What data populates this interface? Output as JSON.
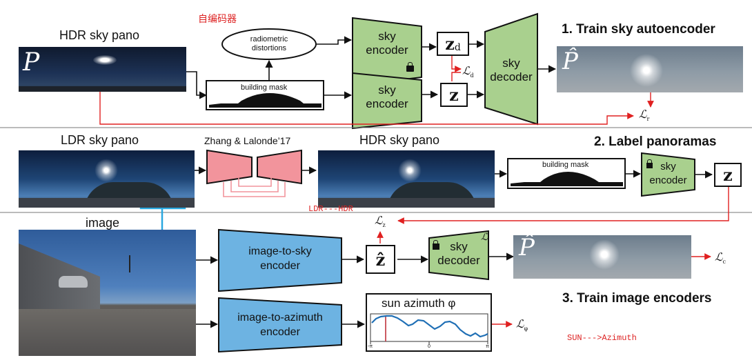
{
  "header_note": "自编码器",
  "section1": {
    "title": "1. Train sky autoencoder",
    "input_label": "HDR sky pano",
    "input_symbol": "P",
    "distortions_line1": "radiometric",
    "distortions_line2": "distortions",
    "building_mask": "building mask",
    "sky_encoder_line1": "sky",
    "sky_encoder_line2": "encoder",
    "sky_decoder_line1": "sky",
    "sky_decoder_line2": "decoder",
    "latent_d": "z",
    "latent_d_sub": "d",
    "latent": "z",
    "output_symbol": "P̂",
    "loss_d_symbol": "ℒ",
    "loss_d_sub": "d",
    "loss_r_symbol": "ℒ",
    "loss_r_sub": "r"
  },
  "section2": {
    "title": "2. Label panoramas",
    "ldr_label": "LDR sky pano",
    "method_label": "Zhang & Lalonde’17",
    "hdr_label": "HDR sky pano",
    "building_mask": "building mask",
    "sky_encoder_line1": "sky",
    "sky_encoder_line2": "encoder",
    "latent": "z",
    "note": "LDR---HDR"
  },
  "section3": {
    "title": "3. Train image encoders",
    "image_label": "image",
    "img2sky_line1": "image-to-sky",
    "img2sky_line2": "encoder",
    "img2az_line1": "image-to-azimuth",
    "img2az_line2": "encoder",
    "latent_hat": "ẑ",
    "sky_decoder_line1": "sky",
    "sky_decoder_line2": "decoder",
    "output_symbol": "P̂",
    "loss_z_symbol": "ℒ",
    "loss_z_sub": "z",
    "loss_c_symbol": "ℒ",
    "loss_c_sub": "c",
    "loss_phi_symbol": "ℒ",
    "loss_phi_sub": "φ",
    "decoder_mark": "ℒ",
    "azimuth_title": "sun azimuth φ",
    "azimuth_ticks": [
      "-π",
      "0",
      "π"
    ],
    "note": "SUN--->Azimuth"
  },
  "colors": {
    "green_box": "#a9d08e",
    "pink_box": "#f2949c",
    "blue_box": "#6db3e2",
    "loss_arrow": "#e02020",
    "highlight": "#29a7df"
  }
}
